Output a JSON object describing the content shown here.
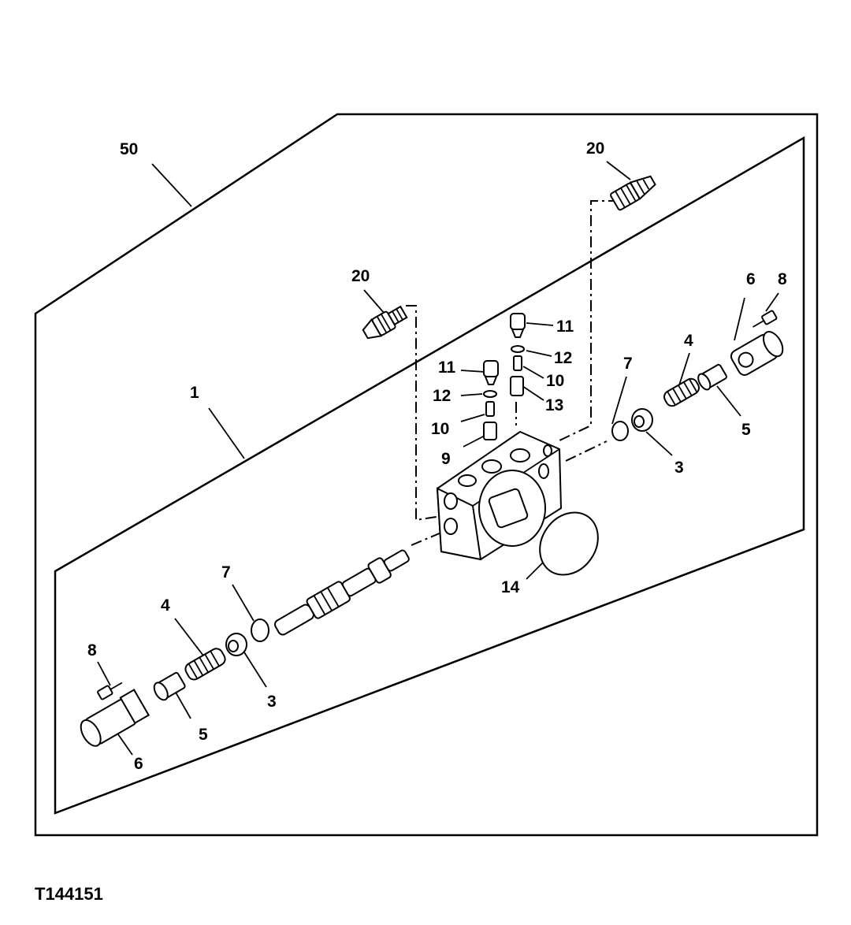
{
  "figure_id": "T144151",
  "callouts": [
    {
      "id": "c50",
      "text": "50"
    },
    {
      "id": "c20a",
      "text": "20"
    },
    {
      "id": "c20b",
      "text": "20"
    },
    {
      "id": "c1",
      "text": "1"
    },
    {
      "id": "c11a",
      "text": "11"
    },
    {
      "id": "c12a",
      "text": "12"
    },
    {
      "id": "c10a",
      "text": "10"
    },
    {
      "id": "c13",
      "text": "13"
    },
    {
      "id": "c11b",
      "text": "11"
    },
    {
      "id": "c12b",
      "text": "12"
    },
    {
      "id": "c10b",
      "text": "10"
    },
    {
      "id": "c9",
      "text": "9"
    },
    {
      "id": "c6a",
      "text": "6"
    },
    {
      "id": "c8a",
      "text": "8"
    },
    {
      "id": "c7a",
      "text": "7"
    },
    {
      "id": "c4a",
      "text": "4"
    },
    {
      "id": "c5a",
      "text": "5"
    },
    {
      "id": "c3a",
      "text": "3"
    },
    {
      "id": "c14",
      "text": "14"
    },
    {
      "id": "c7b",
      "text": "7"
    },
    {
      "id": "c4b",
      "text": "4"
    },
    {
      "id": "c8b",
      "text": "8"
    },
    {
      "id": "c3b",
      "text": "3"
    },
    {
      "id": "c5b",
      "text": "5"
    },
    {
      "id": "c6b",
      "text": "6"
    }
  ]
}
